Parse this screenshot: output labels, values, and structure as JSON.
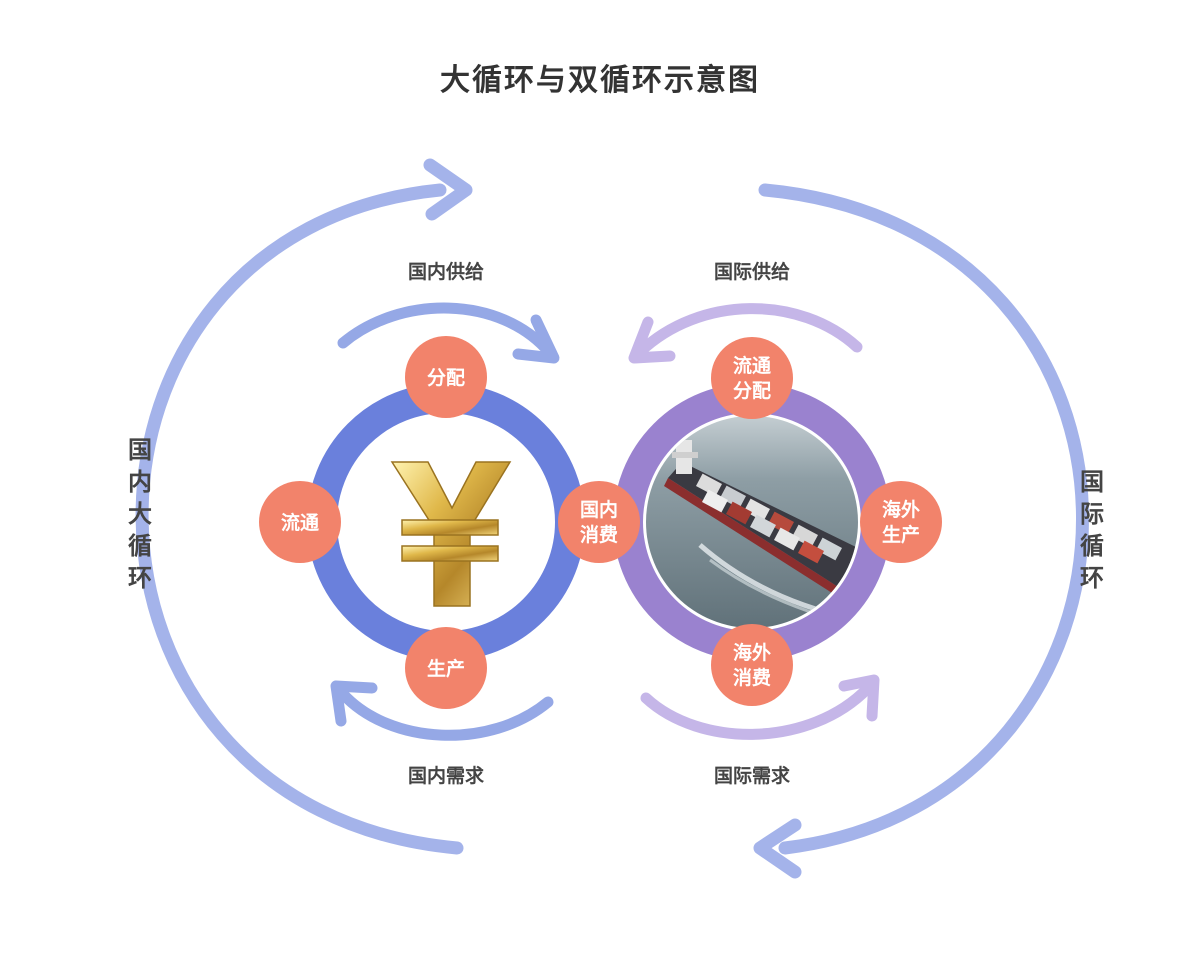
{
  "title": "大循环与双循环示意图",
  "outer_labels": {
    "left": [
      "国",
      "内",
      "大",
      "循",
      "环"
    ],
    "right": [
      "国",
      "际",
      "循",
      "环"
    ]
  },
  "flows": {
    "domestic_supply": "国内供给",
    "domestic_demand": "国内需求",
    "international_supply": "国际供给",
    "international_demand": "国际需求"
  },
  "domestic_nodes": {
    "top": [
      "分配"
    ],
    "left": [
      "流通"
    ],
    "bottom": [
      "生产"
    ],
    "right": [
      "国内",
      "消费"
    ]
  },
  "international_nodes": {
    "top": [
      "流通",
      "分配"
    ],
    "right": [
      "海外",
      "生产"
    ],
    "bottom": [
      "海外",
      "消费"
    ]
  },
  "colors": {
    "outer_arrow": "#a4b3ea",
    "domestic_ring": "#6a80dc",
    "domestic_flow_arrow": "#95a8e6",
    "international_ring": "#9a82cf",
    "international_flow_arrow": "#c5b6e8",
    "node_fill": "#f2836b",
    "text": "#444444"
  },
  "icons": {
    "domestic_center": "yuan-symbol-icon",
    "international_center": "container-ship-icon"
  }
}
